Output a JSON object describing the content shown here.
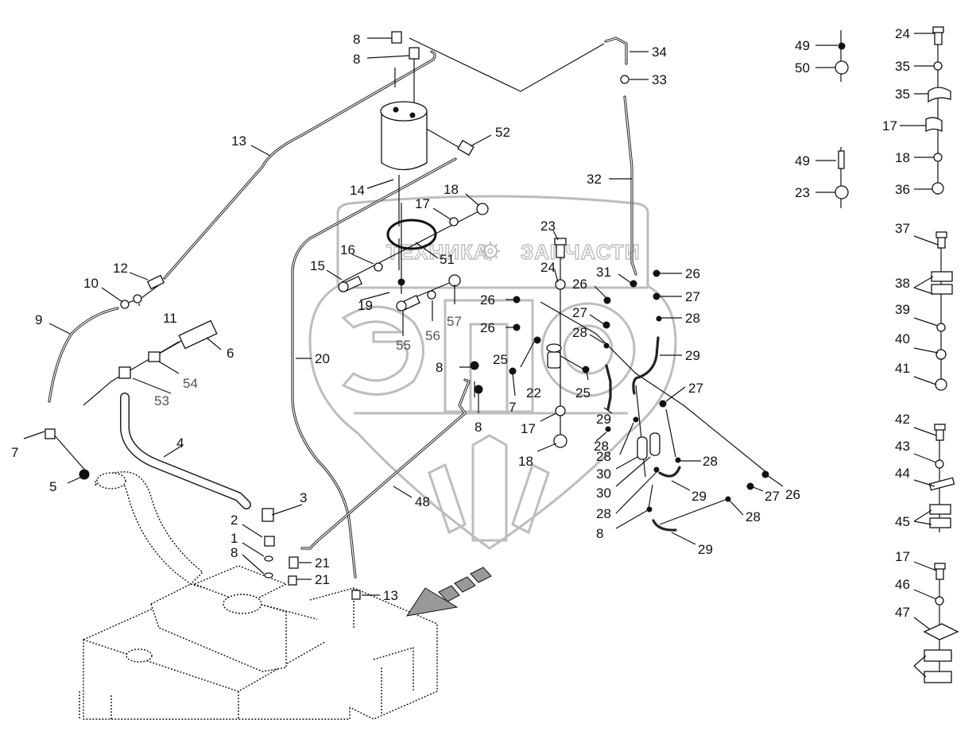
{
  "diagram": {
    "type": "exploded-parts-diagram",
    "subject": "fuel tank, filter and fuel lines assembly",
    "watermark": {
      "logo_text": "ЭП",
      "word_left": "ТЕХНИКА",
      "word_right": "ЗАПЧАСТИ",
      "gear_icon": "gear-icon"
    },
    "colors": {
      "line": "#111111",
      "watermark": "#bdbdbd",
      "background": "#ffffff"
    },
    "callouts": [
      {
        "id": "c8a",
        "text": "8"
      },
      {
        "id": "c8b",
        "text": "8"
      },
      {
        "id": "c13",
        "text": "13"
      },
      {
        "id": "c14",
        "text": "14"
      },
      {
        "id": "c52",
        "text": "52"
      },
      {
        "id": "c34",
        "text": "34"
      },
      {
        "id": "c33",
        "text": "33"
      },
      {
        "id": "c32",
        "text": "32"
      },
      {
        "id": "c18a",
        "text": "18"
      },
      {
        "id": "c17a",
        "text": "17"
      },
      {
        "id": "c51",
        "text": "51"
      },
      {
        "id": "c16",
        "text": "16"
      },
      {
        "id": "c15",
        "text": "15"
      },
      {
        "id": "c19",
        "text": "19"
      },
      {
        "id": "c55",
        "text": "55"
      },
      {
        "id": "c56",
        "text": "56"
      },
      {
        "id": "c57",
        "text": "57"
      },
      {
        "id": "c12",
        "text": "12"
      },
      {
        "id": "c10",
        "text": "10"
      },
      {
        "id": "c11",
        "text": "11"
      },
      {
        "id": "c9",
        "text": "9"
      },
      {
        "id": "c6",
        "text": "6"
      },
      {
        "id": "c54",
        "text": "54"
      },
      {
        "id": "c53",
        "text": "53"
      },
      {
        "id": "c20",
        "text": "20"
      },
      {
        "id": "c23a",
        "text": "23"
      },
      {
        "id": "c24a",
        "text": "24"
      },
      {
        "id": "c31",
        "text": "31"
      },
      {
        "id": "c26a",
        "text": "26"
      },
      {
        "id": "c26b",
        "text": "26"
      },
      {
        "id": "c26c",
        "text": "26"
      },
      {
        "id": "c26d",
        "text": "26"
      },
      {
        "id": "c27a",
        "text": "27"
      },
      {
        "id": "c27b",
        "text": "27"
      },
      {
        "id": "c28a",
        "text": "28"
      },
      {
        "id": "c28b",
        "text": "28"
      },
      {
        "id": "c29a",
        "text": "29"
      },
      {
        "id": "c25a",
        "text": "25"
      },
      {
        "id": "c25b",
        "text": "25"
      },
      {
        "id": "c8c",
        "text": "8"
      },
      {
        "id": "c7a",
        "text": "7"
      },
      {
        "id": "c22",
        "text": "22"
      },
      {
        "id": "c8d",
        "text": "8"
      },
      {
        "id": "c17b",
        "text": "17"
      },
      {
        "id": "c29b",
        "text": "29"
      },
      {
        "id": "c27c",
        "text": "27"
      },
      {
        "id": "c18b",
        "text": "18"
      },
      {
        "id": "c28c",
        "text": "28"
      },
      {
        "id": "c28d",
        "text": "28"
      },
      {
        "id": "c28e",
        "text": "28"
      },
      {
        "id": "c30a",
        "text": "30"
      },
      {
        "id": "c30b",
        "text": "30"
      },
      {
        "id": "c29c",
        "text": "29"
      },
      {
        "id": "c27d",
        "text": "27"
      },
      {
        "id": "c26e",
        "text": "26"
      },
      {
        "id": "c28f",
        "text": "28"
      },
      {
        "id": "c28g",
        "text": "28"
      },
      {
        "id": "c29d",
        "text": "29"
      },
      {
        "id": "c8e",
        "text": "8"
      },
      {
        "id": "c7b",
        "text": "7"
      },
      {
        "id": "c5",
        "text": "5"
      },
      {
        "id": "c4",
        "text": "4"
      },
      {
        "id": "c3",
        "text": "3"
      },
      {
        "id": "c2",
        "text": "2"
      },
      {
        "id": "c1",
        "text": "1"
      },
      {
        "id": "c8f",
        "text": "8"
      },
      {
        "id": "c21a",
        "text": "21"
      },
      {
        "id": "c21b",
        "text": "21"
      },
      {
        "id": "c13b",
        "text": "13"
      },
      {
        "id": "c48",
        "text": "48"
      },
      {
        "id": "c49a",
        "text": "49"
      },
      {
        "id": "c50",
        "text": "50"
      },
      {
        "id": "c49b",
        "text": "49"
      },
      {
        "id": "c23b",
        "text": "23"
      },
      {
        "id": "c24b",
        "text": "24"
      },
      {
        "id": "c35a",
        "text": "35"
      },
      {
        "id": "c35b",
        "text": "35"
      },
      {
        "id": "c17c",
        "text": "17"
      },
      {
        "id": "c18c",
        "text": "18"
      },
      {
        "id": "c36",
        "text": "36"
      },
      {
        "id": "c37",
        "text": "37"
      },
      {
        "id": "c38",
        "text": "38"
      },
      {
        "id": "c39",
        "text": "39"
      },
      {
        "id": "c40",
        "text": "40"
      },
      {
        "id": "c41",
        "text": "41"
      },
      {
        "id": "c42",
        "text": "42"
      },
      {
        "id": "c43",
        "text": "43"
      },
      {
        "id": "c44",
        "text": "44"
      },
      {
        "id": "c45",
        "text": "45"
      },
      {
        "id": "c17d",
        "text": "17"
      },
      {
        "id": "c46",
        "text": "46"
      },
      {
        "id": "c47",
        "text": "47"
      }
    ]
  }
}
